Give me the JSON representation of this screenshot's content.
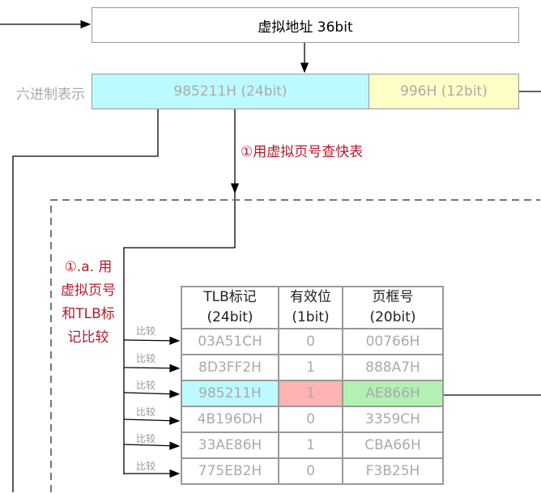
{
  "virtual_address": "虚拟地址 36bit",
  "hex_label": "六进制表示",
  "vpn": "985211H (24bit)",
  "offset": "996H (12bit)",
  "step1": "①用虚拟页号查快表",
  "step1a": [
    "①.a. 用",
    "虚拟页号",
    "和TLB标",
    "记比较"
  ],
  "compare_label": "比较",
  "table": {
    "headers": [
      [
        "TLB标记",
        "(24bit)"
      ],
      [
        "有效位",
        "(1bit)"
      ],
      [
        "页框号",
        "(20bit)"
      ]
    ],
    "rows": [
      [
        "03A51CH",
        "0",
        "00766H"
      ],
      [
        "8D3FF2H",
        "1",
        "888A7H"
      ],
      [
        "985211H",
        "1",
        "AE866H"
      ],
      [
        "4B196DH",
        "0",
        "3359CH"
      ],
      [
        "33AE86H",
        "1",
        "CBA66H"
      ],
      [
        "775EB2H",
        "0",
        "F3B25H"
      ]
    ],
    "highlight_row": 2
  },
  "colors": {
    "cyan": "#bdfaff",
    "yellow": "#fffec6",
    "pink": "#ffb3b3",
    "green": "#b3f0b3",
    "red": "#b01c2e"
  }
}
